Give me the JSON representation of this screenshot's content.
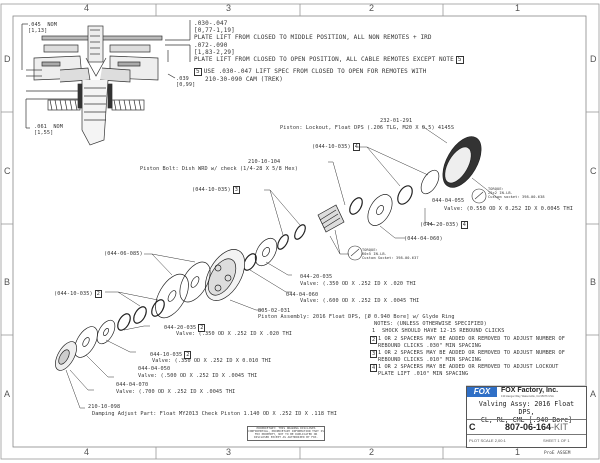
{
  "drawing": {
    "zones": {
      "columns_top": [
        "4",
        "3",
        "2",
        "1"
      ],
      "columns_bottom": [
        "4",
        "3",
        "2",
        "1"
      ],
      "rows_left": [
        "D",
        "C",
        "B",
        "A"
      ],
      "rows_right": [
        "D",
        "C",
        "B",
        "A"
      ]
    },
    "section_view": {
      "dim_top": ".045  NOM",
      "dim_top_metric": "[1,13]",
      "dim_bottom": ".061  NOM",
      "dim_bottom_metric": "[1,55]",
      "dim_right": ".039",
      "dim_right_metric": "[0,99]"
    },
    "plate_lift_notes": [
      {
        "value": ".030-.047",
        "metric": "[0,77-1,19]",
        "text": "PLATE LIFT FROM CLOSED TO MIDDLE POSITION, ALL NON REMOTES + IRD"
      },
      {
        "value": ".072-.090",
        "metric": "[1,83-2,29]",
        "text": "PLATE LIFT FROM CLOSED TO OPEN POSITION, ALL CABLE REMOTES EXCEPT NOTE",
        "note_ref": "5"
      }
    ],
    "note5": {
      "ref": "5",
      "line1": "USE .030-.047 LIFT SPEC FROM CLOSED TO OPEN FOR REMOTES WITH",
      "line2": "210-30-090 CAM (TREK)"
    },
    "callouts": {
      "c232": {
        "part": "232-01-291",
        "desc": "Piston: Lockout, Float DPS (.206 TLG, M20 X 0.5) 4145S"
      },
      "c044_10_035_4": {
        "part": "(044-10-035)",
        "ref": "4"
      },
      "c210_10_104": {
        "part": "210-10-104",
        "desc": "Piston Bolt: Dish WRD w/ check (1/4-28 X 5/8 Hex)"
      },
      "c044_10_035_3": {
        "part": "(044-10-035)",
        "ref": "3"
      },
      "torque1": {
        "label": "TORQUE:",
        "value": "22±2 IN.LB.",
        "socket": "Custom socket: 398-00-638"
      },
      "c044_04_055": {
        "part": "044-04-055",
        "desc": "Valve: (0.550 OD X 0.252 ID X 0.0045 THI"
      },
      "c044_20_035_4": {
        "part": "(044-20-035)",
        "ref": "4"
      },
      "c044_04_060_paren": {
        "part": "(044-04-060)"
      },
      "torque2": {
        "label": "TORQUE:",
        "value": "60±5 IN.LB.",
        "socket": "Custom Socket: 398-00-637"
      },
      "c044_06_085": {
        "part": "(044-06-085)"
      },
      "c044_20_035a": {
        "part": "044-20-035",
        "desc": "Valve: (.350 OD X .252 ID X .020 THI"
      },
      "c044_04_060": {
        "part": "044-04-060",
        "desc": "Valve: (.600 OD X .252 ID X .0045 THI"
      },
      "c805_02_031": {
        "part": "805-02-031",
        "desc": "Piston Assembly: 2016 Float DPS, [Ø 0.940 Bore] w/ Glyde Ring"
      },
      "c044_10_035_2": {
        "part": "(044-10-035)",
        "ref": "2"
      },
      "c044_20_035b": {
        "part": "044-20-035",
        "ref": "2",
        "desc": "Valve: (.350 OD X .252 ID X .020 THI"
      },
      "c044_10_035b": {
        "part": "044-10-035",
        "ref": "2",
        "desc": "Valve: (.350 OD X .252 ID X 0.010 THI"
      },
      "c044_04_050": {
        "part": "044-04-050",
        "desc": "Valve: (.500 OD X .252 ID X .0045 THI"
      },
      "c044_04_070": {
        "part": "044-04-070",
        "desc": "Valve: (.700 OD X .252 ID X .0045 THI"
      },
      "c210_10_098": {
        "part": "210-10-098",
        "desc": "Damping Adjust Part: Float MY2013 Check Piston 1.140 OD X .252 ID X .118 THI"
      }
    },
    "notes": {
      "header": "NOTES: (UNLESS OTHERWISE SPECIFIED)",
      "items": [
        {
          "ref": "1",
          "boxed": false,
          "lines": [
            "SHOCK SHOULD HAVE 12-15 REBOUND CLICKS"
          ]
        },
        {
          "ref": "2",
          "boxed": true,
          "lines": [
            "1 OR 2 SPACERS MAY BE ADDED OR REMOVED TO ADJUST NUMBER OF",
            "REBOUND CLICKS .030\" MIN SPACING"
          ]
        },
        {
          "ref": "3",
          "boxed": true,
          "lines": [
            "1 OR 2 SPACERS MAY BE ADDED OR REMOVED TO ADJUST NUMBER OF",
            "REBOUND CLICKS .010\" MIN SPACING"
          ]
        },
        {
          "ref": "4",
          "boxed": true,
          "lines": [
            "1 OR 2 SPACERS MAY BE ADDED OR REMOVED TO ADJUST LOCKOUT",
            "PLATE LIFT .010\" MIN SPACING"
          ]
        }
      ]
    },
    "proprietary": "PROPRIETARY: THIS DRAWING DISCLOSES CONFIDENTIAL, PROPRIETARY INFORMATION THAT IS FOX PROPERTY, NOT TO BE DUPLICATED OR DISCLOSED EXCEPT AS AUTHORIZED BY FOX.",
    "title_block": {
      "logo": "FOX",
      "company": "FOX Factory, Inc.",
      "address": "130 Hangar Way, Watsonville, CA 95076 USA",
      "title_line1": "Valving Assy: 2016 Float DPS,",
      "title_line2": "CL, RL, CML [.940 Bore]",
      "size": "C",
      "dwg_no": "807-06-164",
      "dwg_suffix": "-KIT",
      "scale": "PLOT SCALE 2,00:1",
      "sheet": "SHEET 1 OF 1"
    },
    "software": "ProE ASSEM"
  }
}
